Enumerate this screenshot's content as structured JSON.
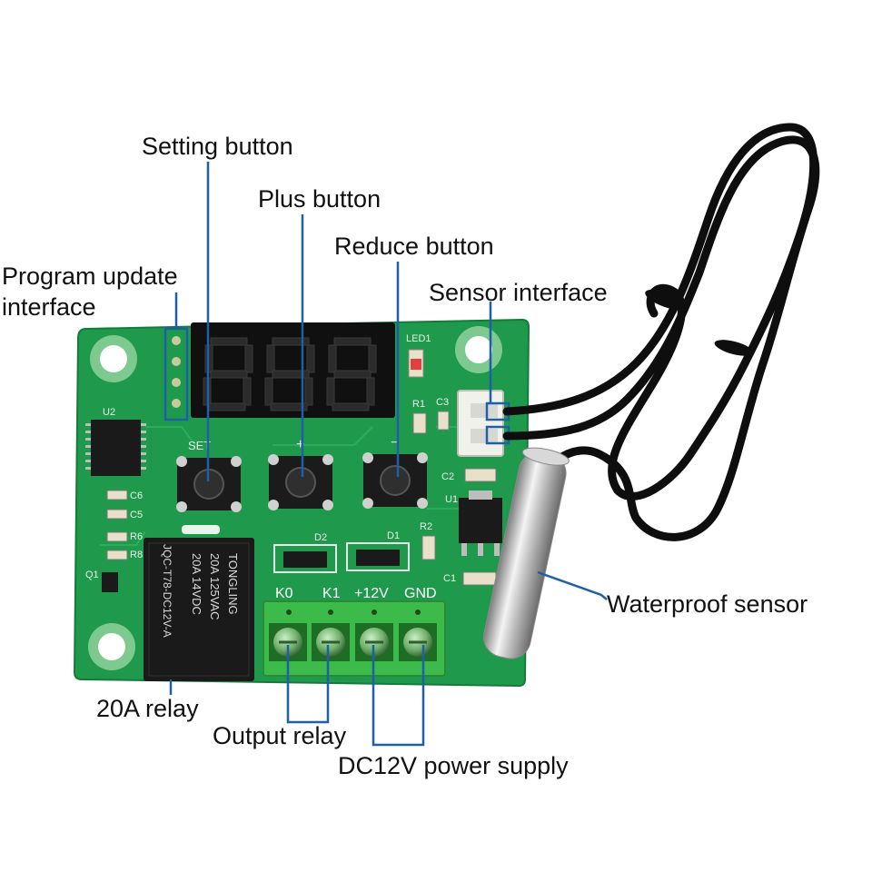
{
  "callouts": {
    "setting_button": "Setting button",
    "plus_button": "Plus button",
    "reduce_button": "Reduce button",
    "program_update_interface": "Program update\ninterface",
    "sensor_interface": "Sensor interface",
    "waterproof_sensor": "Waterproof sensor",
    "relay_20a": "20A relay",
    "output_relay": "Output relay",
    "dc12v_power_supply": "DC12V power supply"
  },
  "board": {
    "silkscreen": {
      "led1": "LED1",
      "u2": "U2",
      "set": "SET",
      "plus": "+",
      "minus": "−",
      "r1": "R1",
      "c3": "C3",
      "c2": "C2",
      "u1": "U1",
      "r2": "R2",
      "c1": "C1",
      "d2": "D2",
      "d1": "D1",
      "c6": "C6",
      "c5": "C5",
      "r6": "R6",
      "r8": "R8",
      "q1": "Q1"
    },
    "terminal_labels": [
      "K0",
      "K1",
      "+12V",
      "GND"
    ],
    "relay_markings": {
      "brand": "TONGLING",
      "rating_1": "20A   125VAC",
      "rating_2": "20A    14VDC",
      "model": "JQC-T78-DC12V-A"
    }
  },
  "colors": {
    "pcb": "#1f9a4c",
    "pcb_dark": "#167a3b",
    "callout_line": "#1f5fa8",
    "terminal_block": "#3dbb4a",
    "relay_body": "#1a1a1a",
    "display_segments": "#2b2b2b",
    "cable": "#0e0e0e"
  }
}
